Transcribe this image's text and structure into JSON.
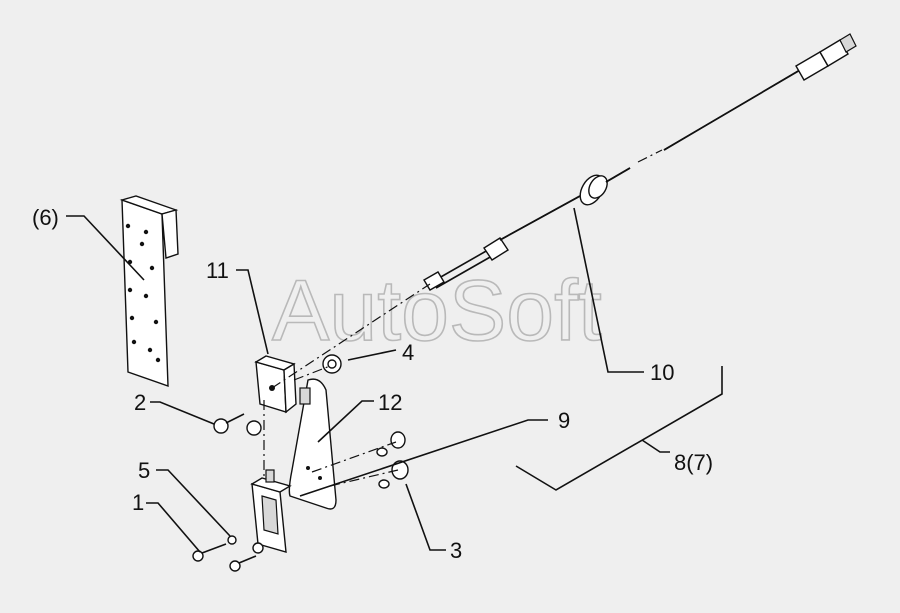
{
  "watermark": "AutoSoft",
  "labels": {
    "item_6": "(6)",
    "item_11": "11",
    "item_4": "4",
    "item_2": "2",
    "item_12": "12",
    "item_9": "9",
    "item_5": "5",
    "item_1": "1",
    "item_3": "3",
    "item_10": "10",
    "item_8_7": "8(7)"
  },
  "colors": {
    "background": "#efefef",
    "line": "#111111",
    "watermark": "#b9b9b9"
  }
}
